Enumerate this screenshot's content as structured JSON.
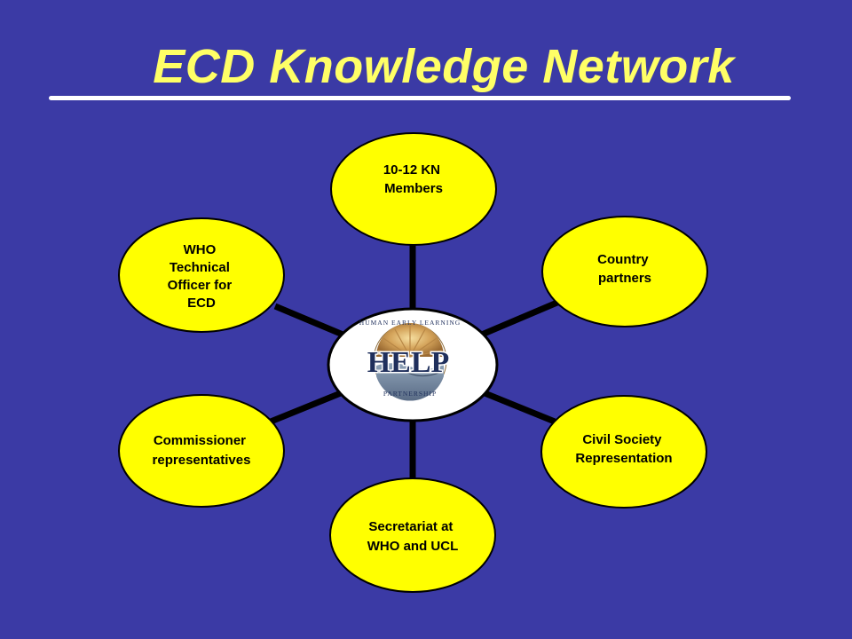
{
  "slide": {
    "title": "ECD Knowledge Network"
  },
  "hub": {
    "logo_text": "HELP",
    "arc_top": "HUMAN EARLY LEARNING",
    "arc_bottom": "PARTNERSHIP"
  },
  "nodes": [
    {
      "id": "kn-members",
      "lines": [
        "10-12 KN",
        "Members"
      ]
    },
    {
      "id": "country-partners",
      "lines": [
        "Country",
        "partners"
      ]
    },
    {
      "id": "civil-society",
      "lines": [
        "Civil Society",
        "Representation"
      ]
    },
    {
      "id": "secretariat",
      "lines": [
        "Secretariat at",
        "WHO and UCL"
      ]
    },
    {
      "id": "commissioner-reps",
      "lines": [
        "Commissioner",
        "representatives"
      ]
    },
    {
      "id": "who-officer",
      "lines": [
        "WHO",
        "Technical",
        "Officer for",
        "ECD"
      ]
    }
  ],
  "colors": {
    "background": "#3b3aa5",
    "title": "#ffff66",
    "node_fill": "#ffff00",
    "node_stroke": "#000000",
    "hub_fill": "#ffffff",
    "spoke": "#000000"
  },
  "icons": {
    "hub_logo": "help-sunrise-logo-icon"
  }
}
